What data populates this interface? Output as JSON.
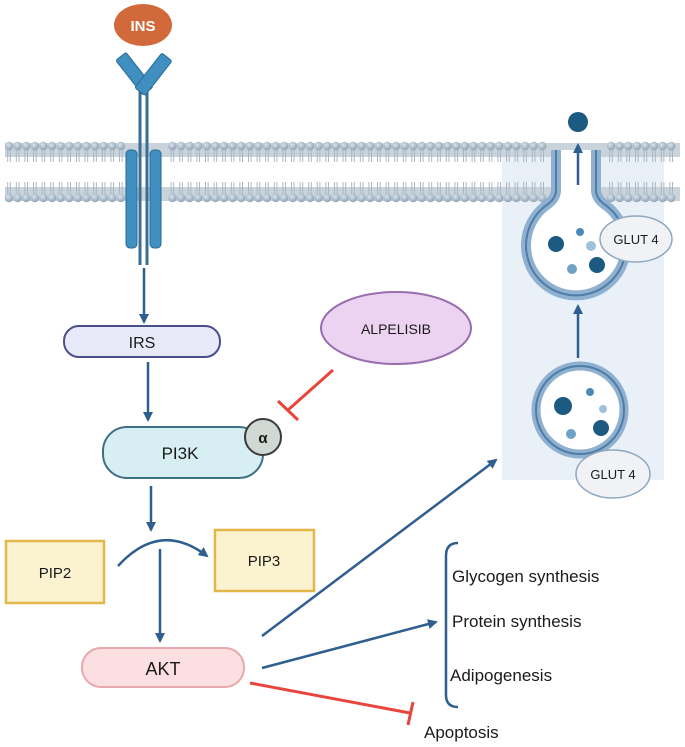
{
  "nodes": {
    "ligand": "INS",
    "irs": "IRS",
    "pi3k": "PI3K",
    "alpha": "α",
    "inhibitor": "ALPELISIB",
    "pip2": "PIP2",
    "pip3": "PIP3",
    "akt": "AKT",
    "glut_upper": "GLUT 4",
    "glut_lower": "GLUT 4"
  },
  "outcomes": {
    "glycogen": "Glycogen synthesis",
    "protein": "Protein synthesis",
    "adipo": "Adipogenesis",
    "apoptosis": "Apoptosis"
  },
  "colors": {
    "arrow": "#2f5f8f",
    "inhibit": "#e8453c",
    "ins": "#d2693a",
    "receptor": "#3f8fc0",
    "irs_fill": "#e8eafa",
    "pi3k_fill": "#d7eef2",
    "alpelisib_fill": "#ecd3f2",
    "pip_fill": "#fbf3cf",
    "akt_fill": "#fbdfe1",
    "glut_panel": "#e9f0f8"
  }
}
